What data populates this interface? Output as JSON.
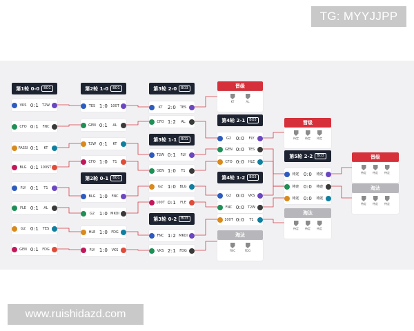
{
  "watermark_top": "TG: MYYJJPP",
  "watermark_bottom": "www.ruishidazd.com",
  "columns": [
    {
      "title": "第1轮 0-0",
      "bo": "BO1",
      "matches": [
        {
          "t1": "VKS",
          "s": "0:1",
          "t2": "T2W"
        },
        {
          "t1": "CFO",
          "s": "0:1",
          "t2": "FNC"
        },
        {
          "t1": "PASSI",
          "s": "0:1",
          "t2": "KT"
        },
        {
          "t1": "BLG",
          "s": "0:1",
          "t2": "100ST"
        },
        {
          "t1": "FLY",
          "s": "0:1",
          "t2": "T1"
        },
        {
          "t1": "FLE",
          "s": "0:1",
          "t2": "AL"
        },
        {
          "t1": "G2",
          "s": "0:1",
          "t2": "TES"
        },
        {
          "t1": "GEN",
          "s": "0:1",
          "t2": "FDG"
        }
      ]
    },
    {
      "title": "第2轮 1-0",
      "bo": "BO1",
      "matches": [
        {
          "t1": "TES",
          "s": "1:0",
          "t2": "100T"
        },
        {
          "t1": "GEN",
          "s": "0:1",
          "t2": "AL"
        },
        {
          "t1": "T2W",
          "s": "0:1",
          "t2": "KT"
        },
        {
          "t1": "CFO",
          "s": "1:0",
          "t2": "T1"
        }
      ]
    },
    {
      "title": "第2轮 0-1",
      "bo": "BO1",
      "matches": [
        {
          "t1": "BLG",
          "s": "1:0",
          "t2": "FNC"
        },
        {
          "t1": "G2",
          "s": "1:0",
          "t2": "MKOI"
        },
        {
          "t1": "HLE",
          "s": "1:0",
          "t2": "FDG"
        },
        {
          "t1": "FLY",
          "s": "1:0",
          "t2": "VKS"
        }
      ]
    },
    {
      "title": "第3轮 2-0",
      "bo": "BO3",
      "matches": [
        {
          "t1": "KT",
          "s": "2:0",
          "t2": "TES"
        },
        {
          "t1": "CFO",
          "s": "1:2",
          "t2": "AL"
        }
      ]
    },
    {
      "title": "第3轮 1-1",
      "bo": "BO1",
      "matches": [
        {
          "t1": "T2W",
          "s": "0:1",
          "t2": "FLY"
        },
        {
          "t1": "GEN",
          "s": "1:0",
          "t2": "T1"
        },
        {
          "t1": "G2",
          "s": "1:0",
          "t2": "BLG"
        },
        {
          "t1": "100T",
          "s": "0:1",
          "t2": "FLE"
        }
      ]
    },
    {
      "title": "第3轮 0-2",
      "bo": "BO3",
      "matches": [
        {
          "t1": "FNC",
          "s": "1:2",
          "t2": "MKOI"
        },
        {
          "t1": "VKS",
          "s": "2:1",
          "t2": "FDG"
        }
      ]
    },
    {
      "title": "第4轮 2-1",
      "bo": "BO3",
      "matches": [
        {
          "t1": "G2",
          "s": "0:0",
          "t2": "FLY"
        },
        {
          "t1": "GEN",
          "s": "0:0",
          "t2": "TES"
        },
        {
          "t1": "CFO",
          "s": "0:0",
          "t2": "HLE"
        }
      ]
    },
    {
      "title": "第4轮 1-2",
      "bo": "BO3",
      "matches": [
        {
          "t1": "G2",
          "s": "0:0",
          "t2": "VKS"
        },
        {
          "t1": "FNC",
          "s": "0:0",
          "t2": "T2W"
        },
        {
          "t1": "100T",
          "s": "0:0",
          "t2": "T1"
        }
      ]
    },
    {
      "title": "第5轮 2-2",
      "bo": "BO3",
      "matches": [
        {
          "t1": "待定",
          "s": "0:0",
          "t2": "待定"
        },
        {
          "t1": "待定",
          "s": "0:0",
          "t2": "待定"
        },
        {
          "t1": "待定",
          "s": "0:0",
          "t2": "待定"
        }
      ]
    }
  ],
  "boxes": {
    "adv1": {
      "label": "晋级",
      "teams": [
        "KT",
        "AL"
      ]
    },
    "out1": {
      "label": "淘汰",
      "teams": [
        "FNC",
        "FDG"
      ]
    },
    "adv2": {
      "label": "晋级",
      "teams": [
        "待定",
        "待定",
        "待定"
      ]
    },
    "out2": {
      "label": "淘汰",
      "teams": [
        "待定",
        "待定",
        "待定"
      ]
    },
    "adv3": {
      "label": "晋级",
      "teams": [
        "待定",
        "待定",
        "待定"
      ]
    },
    "out3": {
      "label": "淘汰",
      "teams": [
        "待定",
        "待定",
        "待定"
      ]
    }
  },
  "colors": {
    "header": "#1d2330",
    "advance": "#d6303a",
    "eliminated": "#b7b7bb",
    "panel": "#f1f1f3"
  }
}
